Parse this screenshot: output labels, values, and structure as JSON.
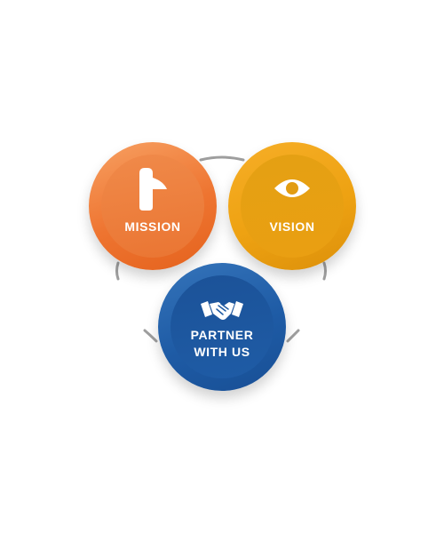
{
  "diagram": {
    "nodes": [
      {
        "id": "mission",
        "label_lines": [
          "MISSION"
        ],
        "icon": "flag-icon",
        "color": "#ee7430"
      },
      {
        "id": "vision",
        "label_lines": [
          "VISION"
        ],
        "icon": "eye-icon",
        "color": "#eea212"
      },
      {
        "id": "partner",
        "label_lines": [
          "PARTNER",
          "WITH US"
        ],
        "icon": "handshake-icon",
        "color": "#1e5ba5"
      }
    ],
    "connector_color": "#9e9e9e"
  }
}
